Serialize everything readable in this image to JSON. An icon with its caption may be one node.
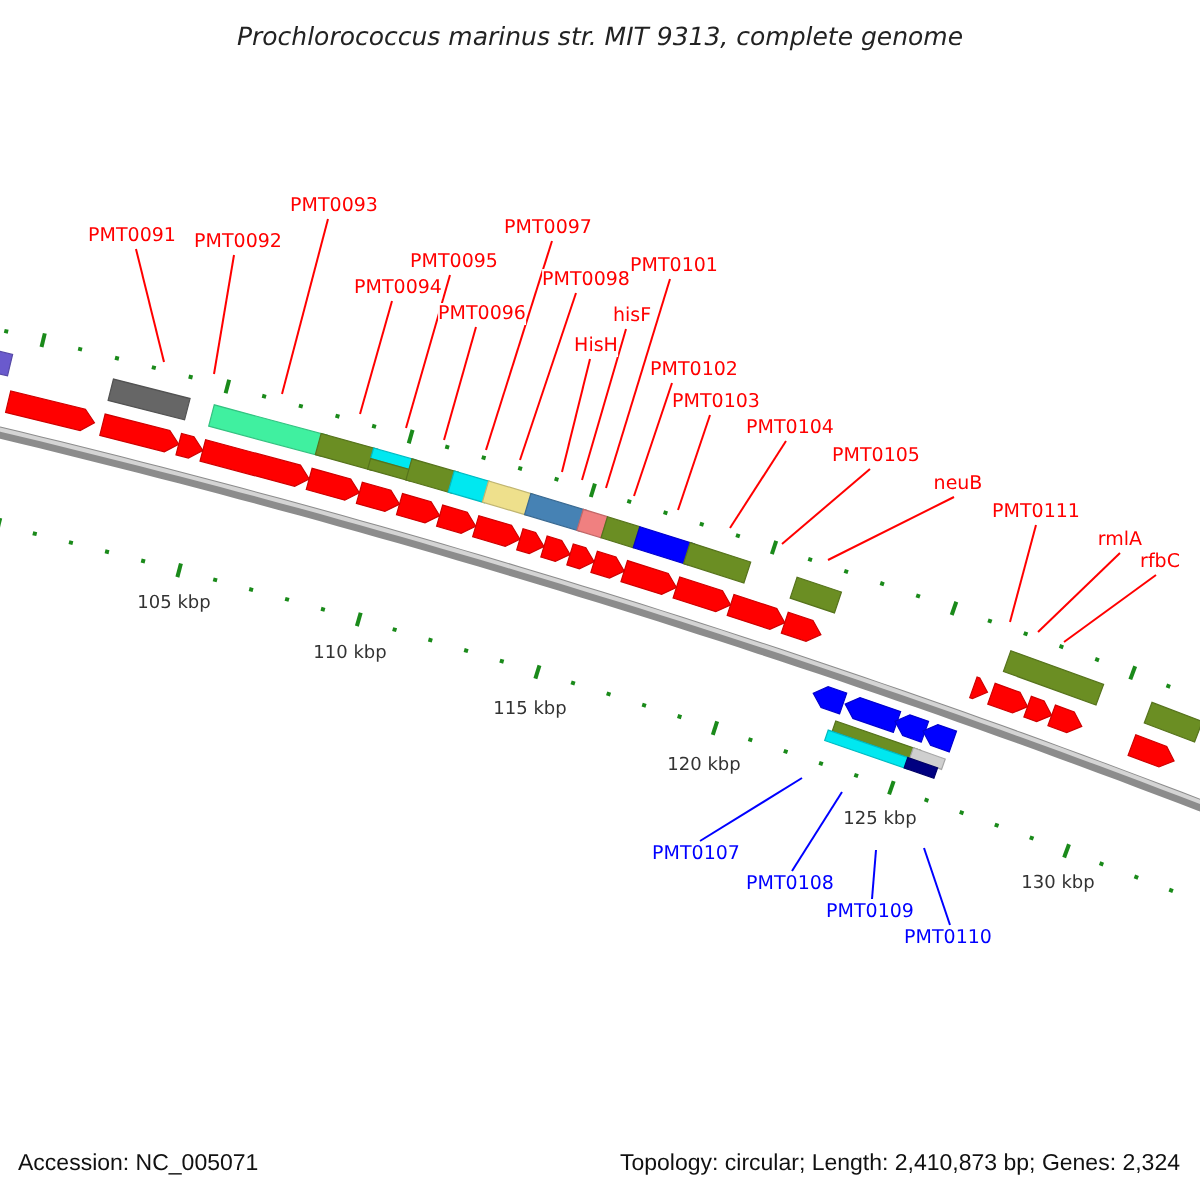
{
  "diagram": {
    "title": "Prochlorococcus marinus str. MIT 9313, complete genome",
    "nodes": [
      {
        "text": [
          "PMT0091"
        ]
      },
      {
        "text": [
          "PMT0092"
        ]
      },
      {
        "text": [
          "PMT0093"
        ]
      },
      {
        "text": [
          "PMT0094"
        ]
      },
      {
        "text": [
          "PMT0095"
        ]
      },
      {
        "text": [
          "PMT0096"
        ]
      },
      {
        "text": [
          "PMT0097"
        ]
      },
      {
        "text": [
          "PMT0098"
        ]
      },
      {
        "text": [
          "HisH"
        ]
      },
      {
        "text": [
          "hisF"
        ]
      },
      {
        "text": [
          "PMT0101"
        ]
      },
      {
        "text": [
          "PMT0102"
        ]
      },
      {
        "text": [
          "PMT0103"
        ]
      },
      {
        "text": [
          "PMT0104"
        ]
      },
      {
        "text": [
          "PMT0105"
        ]
      },
      {
        "text": [
          "neuB"
        ]
      },
      {
        "text": [
          "PMT0111"
        ]
      },
      {
        "text": [
          "rmlA"
        ]
      },
      {
        "text": [
          "rfbC"
        ]
      },
      {
        "text": [
          "PMT0107"
        ]
      },
      {
        "text": [
          "PMT0108"
        ]
      },
      {
        "text": [
          "PMT0109"
        ]
      },
      {
        "text": [
          "PMT0110"
        ]
      }
    ],
    "edges": [
      {
        "from": 0,
        "to": null,
        "arrow": "none"
      },
      {
        "from": 1,
        "to": null,
        "arrow": "none"
      },
      {
        "from": 2,
        "to": null,
        "arrow": "none"
      },
      {
        "from": 3,
        "to": null,
        "arrow": "none"
      },
      {
        "from": 4,
        "to": null,
        "arrow": "none"
      },
      {
        "from": 5,
        "to": null,
        "arrow": "none"
      },
      {
        "from": 6,
        "to": null,
        "arrow": "none"
      },
      {
        "from": 7,
        "to": null,
        "arrow": "none"
      },
      {
        "from": 8,
        "to": null,
        "arrow": "none"
      },
      {
        "from": 9,
        "to": null,
        "arrow": "none"
      },
      {
        "from": 10,
        "to": null,
        "arrow": "none"
      },
      {
        "from": 11,
        "to": null,
        "arrow": "none"
      },
      {
        "from": 12,
        "to": null,
        "arrow": "none"
      },
      {
        "from": 13,
        "to": null,
        "arrow": "none"
      },
      {
        "from": 14,
        "to": null,
        "arrow": "none"
      },
      {
        "from": 15,
        "to": null,
        "arrow": "none"
      },
      {
        "from": 16,
        "to": null,
        "arrow": "none"
      },
      {
        "from": 17,
        "to": null,
        "arrow": "none"
      },
      {
        "from": 18,
        "to": null,
        "arrow": "none"
      },
      {
        "from": 19,
        "to": null,
        "arrow": "none",
        "color": "#0000ff"
      },
      {
        "from": 20,
        "to": null,
        "arrow": "none",
        "color": "#0000ff"
      },
      {
        "from": 21,
        "to": null,
        "arrow": "none",
        "color": "#0000ff"
      },
      {
        "from": 22,
        "to": null,
        "arrow": "none",
        "color": "#0000ff"
      }
    ],
    "labels": [
      "105 kbp",
      "110 kbp",
      "115 kbp",
      "120 kbp",
      "125 kbp",
      "130 kbp",
      "Accession: NC_005071",
      "Topology: circular; Length: 2,410,873 bp; Genes: 2,324"
    ]
  }
}
